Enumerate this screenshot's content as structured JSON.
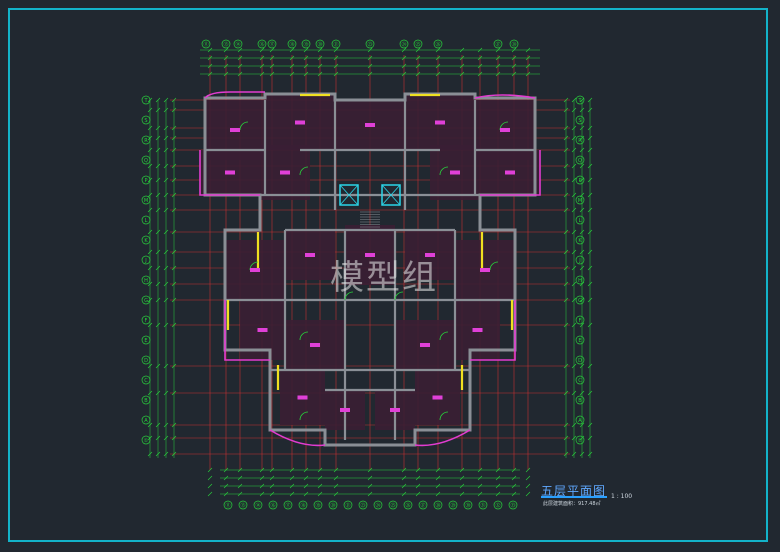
{
  "drawing": {
    "title": "五层平面图",
    "scale": "1 : 100",
    "area_note": "此层建筑面积：917.48㎡",
    "watermark": "模型组"
  },
  "axes": {
    "top": [
      "⑪",
      "⑬",
      "⑭",
      "⑯",
      "⑰",
      "⑱",
      "⑲",
      "⑳",
      "㉑",
      "㉓",
      "㉔",
      "㉕",
      "㉖",
      "㉗",
      "㉘"
    ],
    "bottom": [
      "⑪",
      "⑬",
      "⑭",
      "⑯",
      "⑰",
      "⑱",
      "⑲",
      "⑳",
      "㉑",
      "㉓",
      "㉔",
      "㉕",
      "㉖",
      "㉗",
      "㉘",
      "㉙",
      "㉚",
      "㉛",
      "㉜",
      "㉝"
    ],
    "left": [
      "T",
      "S",
      "R",
      "Q",
      "P",
      "M",
      "L",
      "K",
      "J",
      "H",
      "G",
      "F",
      "E",
      "D",
      "C",
      "B",
      "A",
      "①"
    ],
    "right": [
      "T",
      "S",
      "R",
      "Q",
      "P",
      "M",
      "L",
      "K",
      "J",
      "H",
      "G",
      "F",
      "E",
      "D",
      "C",
      "B",
      "A",
      "①"
    ]
  },
  "colors": {
    "background": "#212830",
    "frame": "#13b3c9",
    "axis_line": "#e03030",
    "dimension": "#28d23c",
    "wall": "#8a8f96",
    "room_fill": "#3a1e34",
    "highlight": "#e23cd0",
    "yellow": "#f0e020",
    "cyan": "#2bd5e8",
    "label": "#e040d8"
  }
}
